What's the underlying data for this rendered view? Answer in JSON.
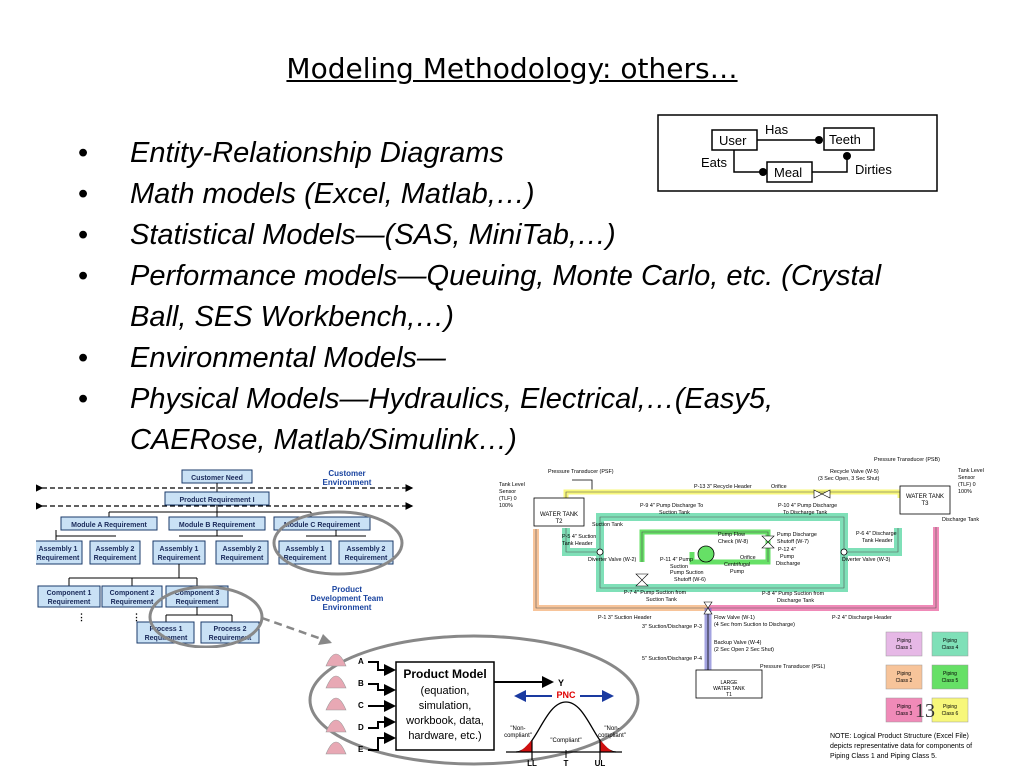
{
  "slide": {
    "title": "Modeling Methodology: others…",
    "bullets": [
      {
        "text": "Entity-Relationship Diagrams"
      },
      {
        "text": "Math models (Excel, Matlab,…)"
      },
      {
        "text": "Statistical Models—(SAS, MiniTab,…)"
      },
      {
        "text": "Performance models—Queuing, Monte Carlo, etc. (Crystal Ball, SES Workbench,…)"
      },
      {
        "text": "Environmental Models—"
      },
      {
        "text": "Physical Models—Hydraulics, Electrical,…(Easy5, CAERose, Matlab/Simulink…)"
      }
    ],
    "bullet_symbol": "•",
    "page_number": "13"
  },
  "er_diagram": {
    "user": "User",
    "has": "Has",
    "teeth": "Teeth",
    "eats": "Eats",
    "meal": "Meal",
    "dirties": "Dirties"
  },
  "requirements_diagram": {
    "customer_need": "Customer Need",
    "customer_env": [
      "Customer",
      "Environment"
    ],
    "product_req": "Product Requirement I",
    "modules": [
      "Module A Requirement",
      "Module B Requirement",
      "Module C Requirement"
    ],
    "assemblies": [
      [
        "Assembly 1",
        "Requirement"
      ],
      [
        "Assembly 2",
        "Requirement"
      ],
      [
        "Assembly 1",
        "Requirement"
      ],
      [
        "Assembly 2",
        "Requirement"
      ],
      [
        "Assembly 1",
        "Requirement"
      ],
      [
        "Assembly 2",
        "Requirement"
      ]
    ],
    "components": [
      [
        "Component 1",
        "Requirement"
      ],
      [
        "Component 2",
        "Requirement"
      ],
      [
        "Component 3",
        "Requirement"
      ]
    ],
    "processes": [
      [
        "Process 1",
        "Requirement"
      ],
      [
        "Process 2",
        "Requirement"
      ]
    ],
    "dev_env": [
      "Product",
      "Development Team",
      "Environment"
    ]
  },
  "flow_diagram": {
    "labels": {
      "ptb": "Pressure Transducer (PSB)",
      "ptf": "Pressure Transducer (PSF)",
      "tank_left_sensor": [
        "Tank Level",
        "Sensor",
        "(TLF)  0",
        "100%"
      ],
      "tank_right_sensor": [
        "Tank Level",
        "Sensor",
        "(TLF)  0",
        "100%"
      ],
      "recycle_valve": [
        "Recycle Valve (W-5)",
        "(3 Sec Open, 3 Sec Shut)"
      ],
      "tank_t2": [
        "WATER TANK",
        "T2"
      ],
      "tank_t3": [
        "WATER TANK",
        "T3"
      ],
      "p13": "P-13  3\" Recycle Header",
      "orifice_top": "Orifice",
      "p9": [
        "P-9  4\" Pump Discharge To",
        "Suction Tank"
      ],
      "p10": [
        "P-10  4\" Pump Discharge",
        "To Discharge Tank"
      ],
      "suction_tank": "Suction Tank",
      "discharge_tank": "Discharge Tank",
      "p5": [
        "P-5  4\" Suction",
        "Tank Header"
      ],
      "p6": [
        "P-6  4\" Discharge",
        "Tank Header"
      ],
      "p11": [
        "P-11  4\" Pump",
        "Suction"
      ],
      "pfc": [
        "Pump Flow",
        "Check (W-8)"
      ],
      "pds": [
        "Pump Discharge",
        "Shutoff (W-7)"
      ],
      "p12": [
        "P-12  4\"",
        "Pump",
        "Discharge"
      ],
      "orifice": "Orifice",
      "centrifugal": [
        "Centrifugal",
        "Pump"
      ],
      "diverter_left": "Diverter Valve (W-2)",
      "diverter_right": "Diverter Valve (W-3)",
      "pss": [
        "Pump Suction",
        "Shutoff (W-6)"
      ],
      "p7": [
        "P-7  4\" Pump Suction from",
        "Suction Tank"
      ],
      "p8": [
        "P-8  4\" Pump Suction from",
        "Discharge Tank"
      ],
      "p1": "P-1  3\" Suction Header",
      "p2": "P-2  4\" Discharge Header",
      "flow_valve": [
        "Flow Valve (W-1)",
        "(4 Sec from Suction to Discharge)"
      ],
      "p3": "3\" Suction/Discharge P-3",
      "backup_valve": [
        "Backup Valve (W-4)",
        "(2 Sec Open 2 Sec Shut)"
      ],
      "p4": "5\" Suction/Discharge P-4",
      "ptl": "Pressure Transducer (PSL)",
      "large_tank": [
        "LARGE",
        "WATER TANK",
        "T1"
      ],
      "note": [
        "NOTE:  Logical Product Structure (Excel File)",
        "depicts representative data for components of",
        "Piping Class 1 and Piping Class 5."
      ]
    },
    "piping_classes": [
      {
        "lines": [
          "Piping",
          "Class 1"
        ],
        "color": "#e6b8e6"
      },
      {
        "lines": [
          "Piping",
          "Class 4"
        ],
        "color": "#7fe0b8"
      },
      {
        "lines": [
          "Piping",
          "Class 2"
        ],
        "color": "#f7c49a"
      },
      {
        "lines": [
          "Piping",
          "Class 5"
        ],
        "color": "#66e066"
      },
      {
        "lines": [
          "Piping",
          "Class 3"
        ],
        "color": "#f08ab8"
      },
      {
        "lines": [
          "Piping",
          "Class 6"
        ],
        "color": "#f7f77a"
      }
    ]
  },
  "product_model": {
    "inputs": [
      "A",
      "B",
      "C",
      "D",
      "E"
    ],
    "title": "Product Model",
    "lines": [
      "(equation,",
      "simulation,",
      "workbook, data,",
      "hardware, etc.)"
    ],
    "output": "Y",
    "pnc": "PNC",
    "non_compliant_left": [
      "\"Non-",
      "compliant\""
    ],
    "non_compliant_right": [
      "\"Non-",
      "compliant\""
    ],
    "compliant": "\"Compliant\"",
    "ll": "LL",
    "t": "T",
    "ul": "UL"
  }
}
